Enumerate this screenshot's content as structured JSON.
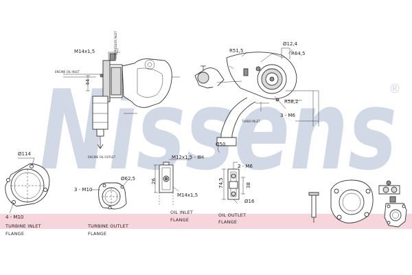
{
  "brand": {
    "watermark": "Nissens",
    "registered": "®",
    "watermark_color": "#c9d3e3",
    "band_color": "#f6d6dc"
  },
  "dimensions": {
    "m14": "M14x1,5",
    "d44": "44",
    "r51": "R51,5",
    "d124": "Ø12,4",
    "r64": "R64,5",
    "r582": "R58,2",
    "m6_3": "3 - M6",
    "d50": "Ø50",
    "d114": "Ø114",
    "m10_3": "3 - M10",
    "d625": "Ø62,5",
    "m4_10": "4 - M10",
    "m12": "M12x1,5 - 8H",
    "d26": "26",
    "m14b": "M14x1,5",
    "m6_2": "2 - M6",
    "d745": "74,5",
    "d38": "38",
    "d16": "Ø16"
  },
  "small_notes": {
    "oil_in": "ENGINE OIL INLET",
    "oil_out": "ENGINE OIL OUTLET",
    "turbo_inlet": "TURBO INLET",
    "compressor": "COMPRESSOR INLET"
  },
  "captions": {
    "turbine_inlet": [
      "TURBINE INLET",
      "FLANGE"
    ],
    "turbine_outlet": [
      "TURBINE OUTLET",
      "FLANGE"
    ],
    "oil_inlet": [
      "OIL INLET",
      "FLANGE"
    ],
    "oil_outlet": [
      "OIL OUTLET",
      "FLANGE"
    ]
  }
}
